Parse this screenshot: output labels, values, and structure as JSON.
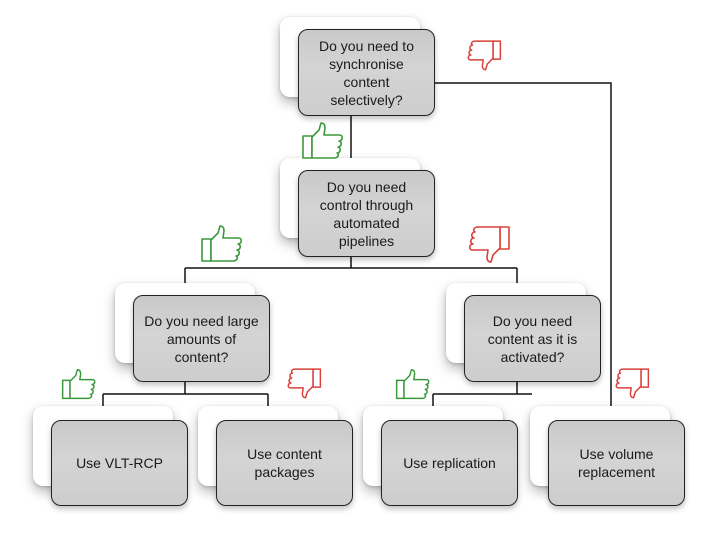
{
  "colors": {
    "yes": "#3a9a3a",
    "no": "#d9413a",
    "line": "#111111"
  },
  "nodes": {
    "q1": "Do you need to synchronise content selectively?",
    "q2": "Do you need control through automated pipelines",
    "q3": "Do you need large amounts of content?",
    "q4": "Do you need content as it is activated?",
    "a1": "Use VLT-RCP",
    "a2": "Use content packages",
    "a3": "Use replication",
    "a4": "Use volume replacement"
  },
  "icons": {
    "yes": "thumbs-up-icon",
    "no": "thumbs-down-icon"
  }
}
